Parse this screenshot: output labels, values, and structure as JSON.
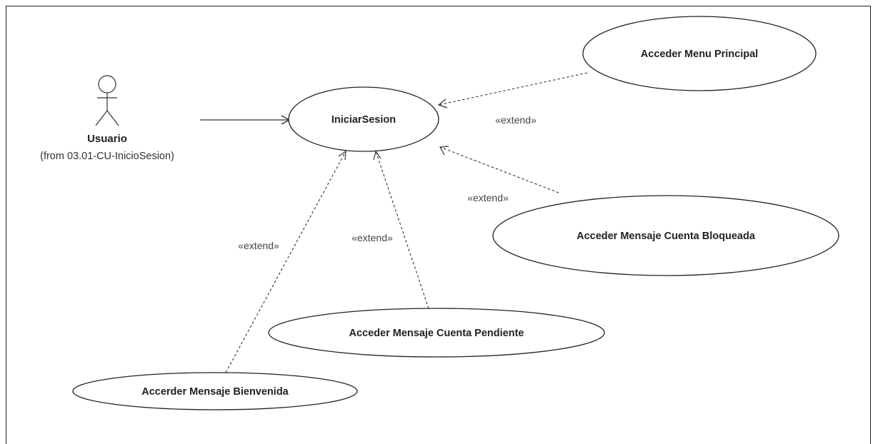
{
  "actor": {
    "name": "Usuario",
    "from": "(from 03.01-CU-InicioSesion)",
    "icon": "stick-figure-actor-icon"
  },
  "use_cases": {
    "iniciar_sesion": "IniciarSesion",
    "menu_principal": "Acceder Menu Principal",
    "cuenta_bloqueada": "Acceder Mensaje Cuenta Bloqueada",
    "cuenta_pendiente": "Acceder Mensaje Cuenta Pendiente",
    "bienvenida": "Accerder Mensaje Bienvenida"
  },
  "relations": {
    "extend_menu": "«extend»",
    "extend_bloqueada": "«extend»",
    "extend_pendiente": "«extend»",
    "extend_bienvenida": "«extend»"
  },
  "colors": {
    "line": "#333333",
    "background": "#ffffff"
  }
}
